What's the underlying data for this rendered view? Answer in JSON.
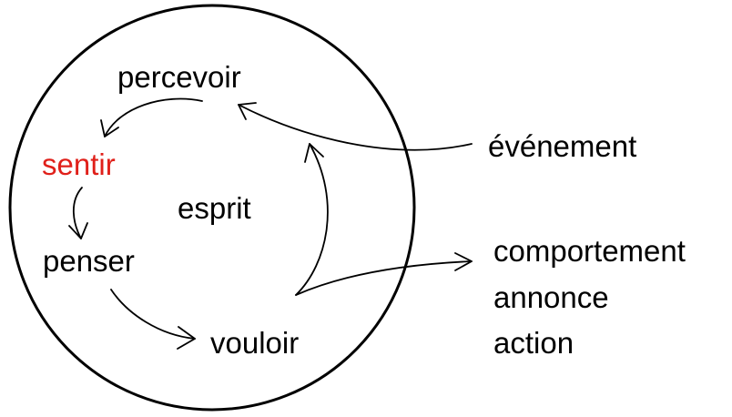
{
  "diagram": {
    "mind_label": "esprit",
    "cycle": {
      "perceive": "percevoir",
      "feel": "sentir",
      "think": "penser",
      "want": "vouloir"
    },
    "input": "événement",
    "outputs": [
      "comportement",
      "annonce",
      "action"
    ],
    "colors": {
      "highlight": "#e0201a",
      "stroke": "#000000",
      "background": "#ffffff"
    }
  }
}
